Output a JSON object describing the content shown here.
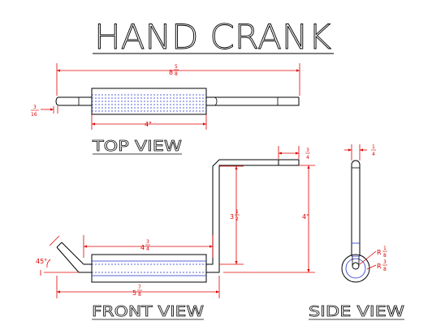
{
  "title": "HAND CRANK",
  "views": {
    "top": "TOP VIEW",
    "front": "FRONT VIEW",
    "side": "SIDE VIEW"
  },
  "dimensions": {
    "overall_length": {
      "whole": "8",
      "num": "5",
      "den": "8"
    },
    "rod_dia": {
      "num": "3",
      "den": "16"
    },
    "handle_top": "4\"",
    "handle_front": {
      "whole": "4",
      "num": "3",
      "den": "4"
    },
    "bottom_length": {
      "whole": "5",
      "num": "7",
      "den": "8"
    },
    "crank_height": {
      "whole": "3",
      "num": "1",
      "den": "2"
    },
    "total_height": "4\"",
    "top_tab": {
      "num": "3",
      "den": "4"
    },
    "angle": "45°",
    "side_width": {
      "num": "1",
      "den": "4"
    },
    "radius_inner": {
      "num": "1",
      "den": "8"
    },
    "radius_outer": {
      "num": "3",
      "den": "8"
    }
  }
}
